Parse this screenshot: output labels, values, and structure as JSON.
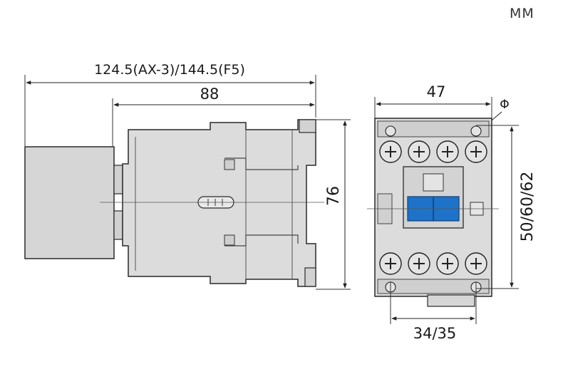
{
  "unit_label": "MM",
  "side_view": {
    "overall_width_label": "124.5(AX-3)/144.5(F5)",
    "body_width_label": "88",
    "height_label": "76"
  },
  "front_view": {
    "width_label": "47",
    "diameter_symbol": "Φ",
    "height_label": "50/60/62",
    "mount_spacing_label": "34/35"
  },
  "colors": {
    "body_fill": "#d9d9d9",
    "outline": "#2a2a2a",
    "accent_blue": "#1e73c8"
  }
}
